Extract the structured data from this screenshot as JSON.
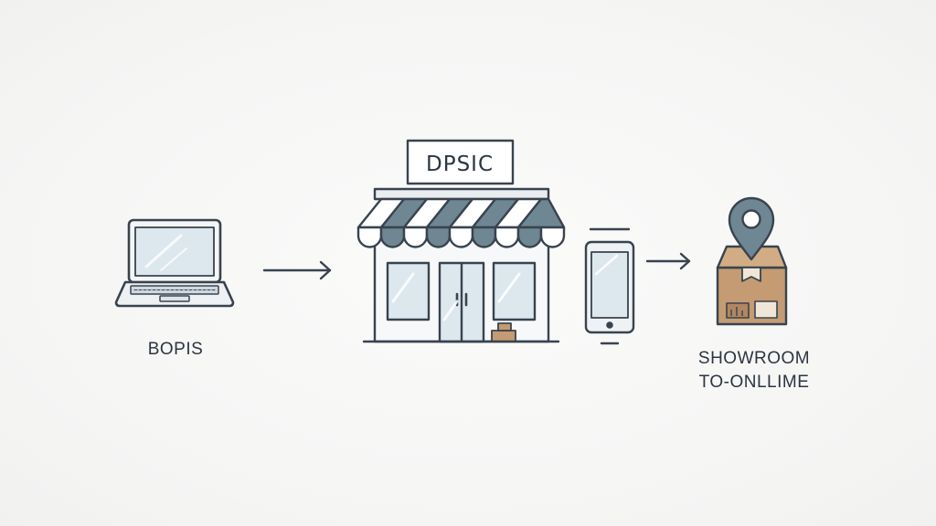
{
  "diagram": {
    "laptop_label": "BOPIS",
    "store_sign": "DPSIC",
    "box_label_line1": "SHOWROOM",
    "box_label_line2": "TO-ONLLIME",
    "icons": [
      "laptop-icon",
      "arrow-right-icon",
      "storefront-icon",
      "smartphone-icon",
      "arrow-right-icon",
      "location-pin-icon",
      "package-box-icon"
    ],
    "colors": {
      "outline": "#39434f",
      "awning_slate": "#6e8793",
      "glass": "#dde7ee",
      "box": "#c49b72",
      "pin": "#6e8793"
    }
  }
}
